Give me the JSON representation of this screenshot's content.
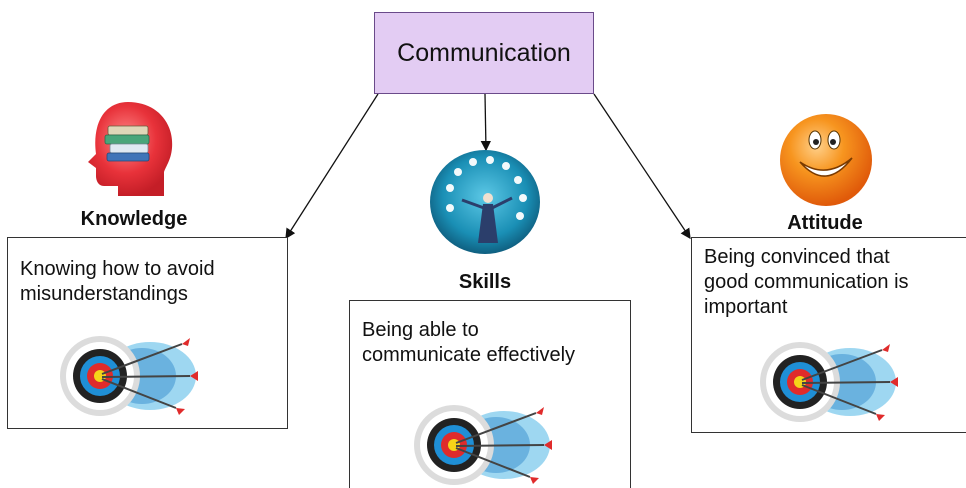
{
  "diagram": {
    "root": {
      "label": "Communication"
    },
    "branches": [
      {
        "title": "Knowledge",
        "text_lines": [
          "Knowing how to avoid",
          "misunderstandings"
        ],
        "icon": "books-on-head-icon"
      },
      {
        "title": "Skills",
        "text_lines": [
          "Being able to",
          "communicate effectively"
        ],
        "icon": "juggling-figure-icon"
      },
      {
        "title": "Attitude",
        "text_lines": [
          "Being convinced that",
          "good communication is",
          "important"
        ],
        "icon": "smiley-face-icon"
      }
    ],
    "target_icon": "dartboard-arrows-icon",
    "colors": {
      "root_fill": "#e3ccf3",
      "root_border": "#6a4a8a",
      "knowledge_icon": "#e8323a",
      "skills_icon": "#1a8fb5",
      "attitude_icon": "#f5821f"
    }
  }
}
